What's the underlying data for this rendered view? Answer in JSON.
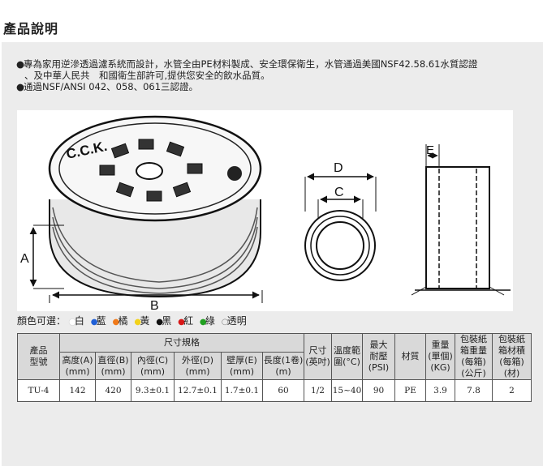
{
  "page": {
    "title": "產品說明"
  },
  "description": {
    "bullet": "●",
    "lines": [
      "專為家用逆滲透過濾系統而設計，水管全由PE材料製成、安全環保衛生，水管通過美國NSF42.58.61水質認證",
      "、及中華人民共　和國衛生部許可,提供您安全的飲水品質。",
      "通過NSF/ANSI 042、058、061三認證。"
    ]
  },
  "figure": {
    "brand": "C.C.K.",
    "labels": {
      "a": "A",
      "b": "B",
      "c": "C",
      "d": "D",
      "e": "E"
    }
  },
  "colors": {
    "label": "顏色可選：",
    "options": [
      {
        "name": "白",
        "color": "#ffffff",
        "mark": "●"
      },
      {
        "name": "藍",
        "color": "#1f5fd6",
        "mark": "●"
      },
      {
        "name": "橘",
        "color": "#f07a1a",
        "mark": "●"
      },
      {
        "name": "黃",
        "color": "#f2d21b",
        "mark": "●"
      },
      {
        "name": "黑",
        "color": "#111111",
        "mark": "●"
      },
      {
        "name": "紅",
        "color": "#d81818",
        "mark": "●"
      },
      {
        "name": "綠",
        "color": "#20a020",
        "mark": "●"
      },
      {
        "name": "透明",
        "color": "#888888",
        "mark": "○"
      }
    ]
  },
  "spec_table": {
    "model_header": "產品\n型號",
    "size_group": "尺寸規格",
    "size_cols": [
      {
        "line1": "高度(A)",
        "line2": "(mm)"
      },
      {
        "line1": "直徑(B)",
        "line2": "(mm)"
      },
      {
        "line1": "內徑(C)",
        "line2": "(mm)"
      },
      {
        "line1": "外徑(D)",
        "line2": "(mm)"
      },
      {
        "line1": "壁厚(E)",
        "line2": "(mm)"
      },
      {
        "line1": "長度(1卷)",
        "line2": "(m)"
      }
    ],
    "other_cols": [
      "尺寸\n(英吋)",
      "溫度範\n圍(°C)",
      "最大\n耐壓\n(PSI)",
      "材質",
      "重量\n(單個)\n(KG)",
      "包裝紙\n箱重量\n(每箱)\n(公斤)",
      "包裝紙\n箱材積\n(每箱)\n(材)"
    ],
    "rows": [
      [
        "TU-4",
        "142",
        "420",
        "9.3±0.1",
        "12.7±0.1",
        "1.7±0.1",
        "60",
        "1/2",
        "15~40",
        "90",
        "PE",
        "3.9",
        "7.8",
        "2"
      ]
    ]
  }
}
